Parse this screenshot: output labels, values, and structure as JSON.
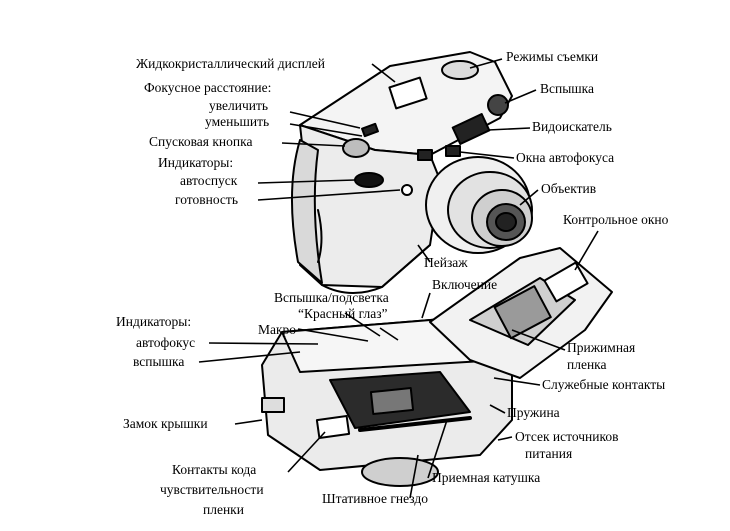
{
  "labels": {
    "lcd": "Жидкокристаллический дисплей",
    "focal_title": "Фокусное расстояние:",
    "focal_increase": "увеличить",
    "focal_decrease": "уменьшить",
    "shutter": "Спусковая кнопка",
    "indicators_top_title": "Индикаторы:",
    "self_timer": "автоспуск",
    "ready": "готовность",
    "modes": "Режимы съемки",
    "flash": "Вспышка",
    "viewfinder": "Видоискатель",
    "af_windows": "Окна автофокуса",
    "lens": "Объектив",
    "control_window": "Контрольное окно",
    "landscape": "Пейзаж",
    "power": "Включение",
    "flash_redeye_1": "Вспышка/подсветка",
    "flash_redeye_2": "“Красный глаз”",
    "macro": "Макро",
    "indicators_bottom_title": "Индикаторы:",
    "autofocus": "автофокус",
    "flash_ind": "вспышка",
    "pressure_1": "Прижимная",
    "pressure_2": "пленка",
    "service_contacts": "Служебные контакты",
    "spring": "Пружина",
    "battery_1": "Отсек источников",
    "battery_2": "питания",
    "lid_lock": "Замок крышки",
    "dx_1": "Контакты кода",
    "dx_2": "чувствительности",
    "dx_3": "пленки",
    "takeup": "Приемная катушка",
    "tripod": "Штативное гнездо"
  }
}
